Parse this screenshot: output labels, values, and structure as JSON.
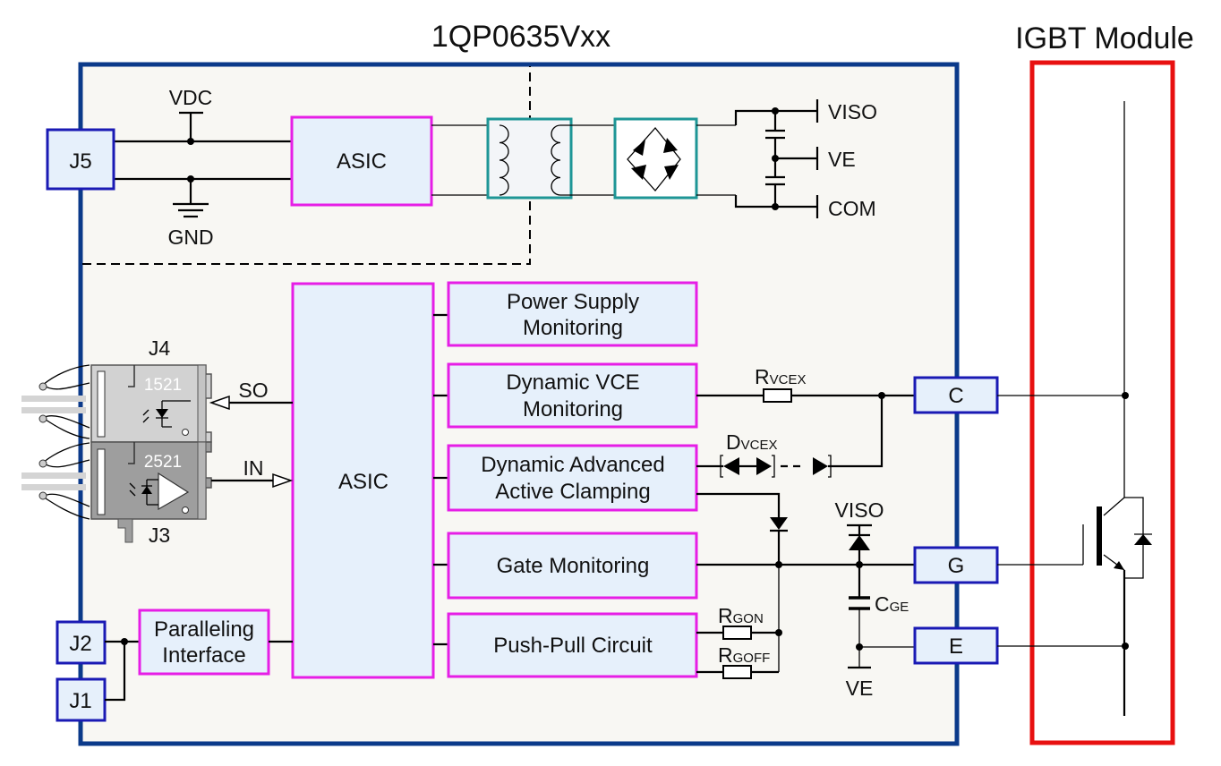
{
  "diagram": {
    "title": "1QP0635Vxx",
    "module_title": "IGBT Module",
    "colors": {
      "driver_border": "#0b3a8a",
      "driver_fill": "#f8f7f3",
      "block_border": "#e61ee6",
      "block_fill": "#e6f0fb",
      "connector_border": "#1a1ab4",
      "transformer_border": "#1e9696",
      "igbt_border": "#e81010"
    },
    "power_section": {
      "connector": "J5",
      "vdc_label": "VDC",
      "gnd_label": "GND",
      "asic_label": "ASIC",
      "outputs": [
        "VISO",
        "VE",
        "COM"
      ]
    },
    "asic_main": "ASIC",
    "blocks": [
      {
        "line1": "Power Supply",
        "line2": "Monitoring"
      },
      {
        "line1": "Dynamic VCE",
        "line2": "Monitoring"
      },
      {
        "line1": "Dynamic Advanced",
        "line2": "Active Clamping"
      },
      {
        "line1": "Gate Monitoring",
        "line2": ""
      },
      {
        "line1": "Push-Pull Circuit",
        "line2": ""
      }
    ],
    "fiber_optics": {
      "j4": {
        "label": "J4",
        "part": "1521",
        "signal": "SO"
      },
      "j3": {
        "label": "J3",
        "part": "2521",
        "signal": "IN"
      }
    },
    "paralleling": {
      "line1": "Paralleling",
      "line2": "Interface",
      "connectors": [
        "J2",
        "J1"
      ]
    },
    "components": {
      "rvcex": {
        "main": "R",
        "sub": "VCEX"
      },
      "dvcex": {
        "main": "D",
        "sub": "VCEX"
      },
      "rgon": {
        "main": "R",
        "sub": "GON"
      },
      "rgoff": {
        "main": "R",
        "sub": "GOFF"
      },
      "cge": {
        "main": "C",
        "sub": "GE"
      },
      "viso_label": "VISO",
      "ve_label": "VE"
    },
    "terminals": [
      "C",
      "G",
      "E"
    ]
  }
}
